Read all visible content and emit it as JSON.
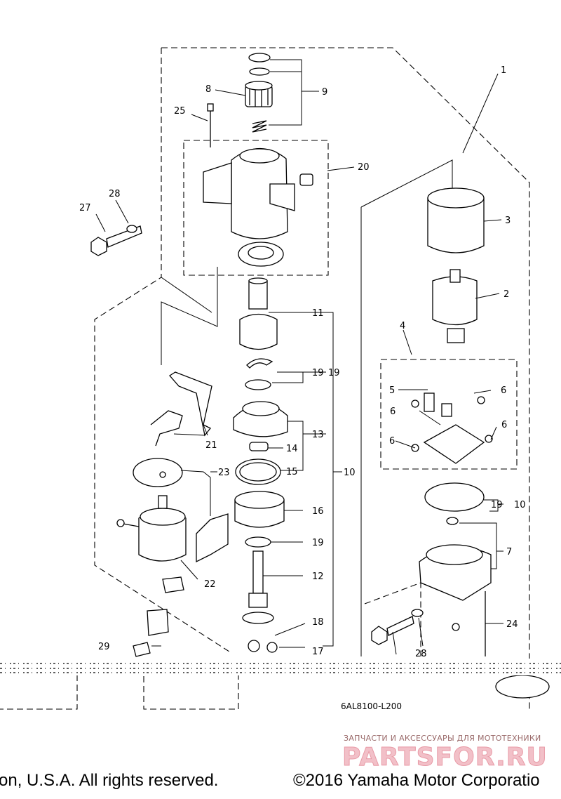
{
  "diagram": {
    "code": "6AL8100-L200",
    "callouts": [
      "1",
      "2",
      "3",
      "4",
      "5",
      "6",
      "6",
      "6",
      "6",
      "7",
      "8",
      "9",
      "10",
      "10",
      "11",
      "12",
      "13",
      "14",
      "15",
      "16",
      "17",
      "18",
      "19",
      "19",
      "19",
      "19",
      "20",
      "21",
      "22",
      "23",
      "24",
      "25",
      "27",
      "28",
      "28",
      "29"
    ]
  },
  "watermark": {
    "caption": "ЗАПЧАСТИ И АКСЕССУАРЫ ДЛЯ МОТОТЕХНИКИ",
    "brand": "PARTSFOR.RU"
  },
  "footer": {
    "left": "on, U.S.A. All rights reserved.",
    "right": "©2016 Yamaha Motor Corporatio"
  }
}
